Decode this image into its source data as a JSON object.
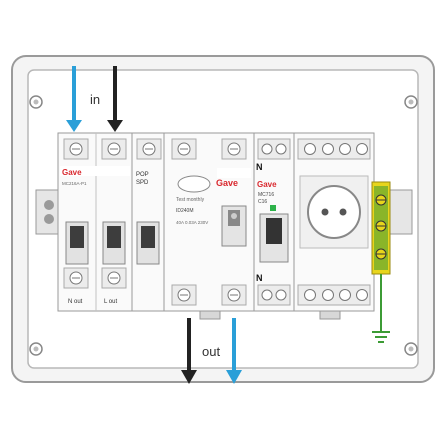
{
  "labels": {
    "in": "in",
    "out": "out",
    "neutral_top": "N",
    "neutral_bottom": "N",
    "n_out": "N out",
    "l_out": "L out"
  },
  "devices": {
    "mcb_pair": {
      "brand": "Gave",
      "model": "MC216A-P1"
    },
    "spd": {
      "title": "POP",
      "subtitle": "SPD"
    },
    "rcd": {
      "brand": "Gave",
      "test_text": "Test monthly",
      "model": "ID240M",
      "specs": "40A 0.03A 230V"
    },
    "mcb_single": {
      "brand": "Gave",
      "model": "MC716",
      "rating": "C16"
    }
  },
  "colors": {
    "live_wire": "#222222",
    "neutral_wire": "#2a9fd8",
    "brand_red": "#d9282e",
    "earth_yellow": "#e8d51c",
    "earth_green": "#3c9b35",
    "enclosure": "#f2f2f2"
  },
  "icons": [
    "arrow-down-icon",
    "screw-terminal-icon",
    "socket-icon",
    "earth-symbol-icon",
    "mounting-hole-icon"
  ]
}
